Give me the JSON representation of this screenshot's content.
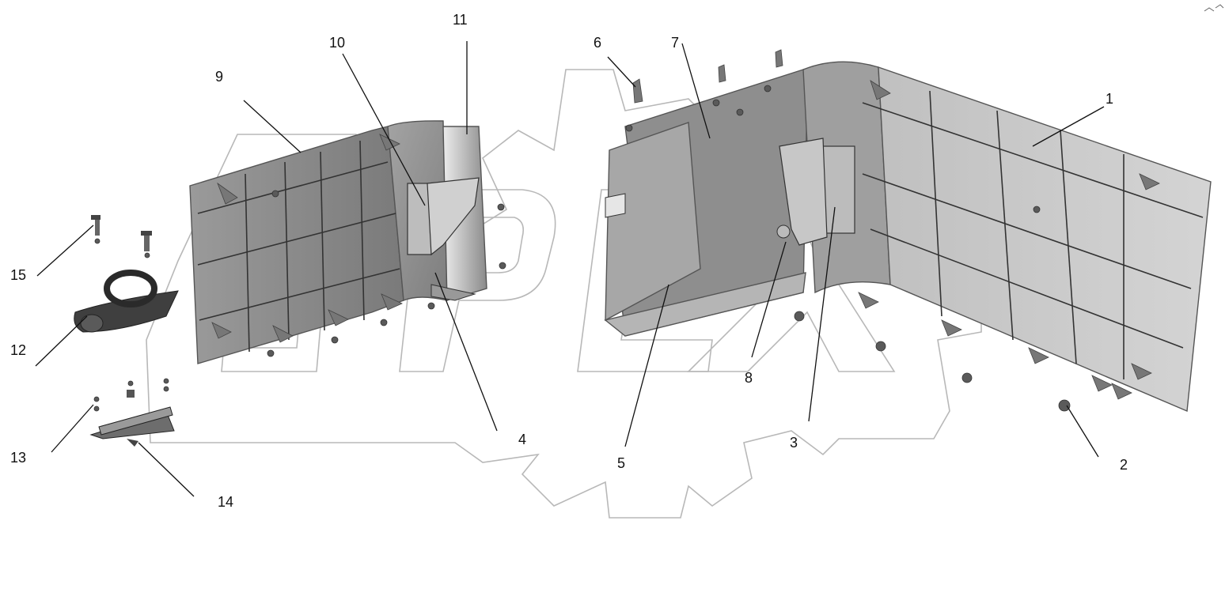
{
  "diagram": {
    "callouts": [
      {
        "id": "c1",
        "label": "1"
      },
      {
        "id": "c2",
        "label": "2"
      },
      {
        "id": "c3",
        "label": "3"
      },
      {
        "id": "c4",
        "label": "4"
      },
      {
        "id": "c5",
        "label": "5"
      },
      {
        "id": "c6",
        "label": "6"
      },
      {
        "id": "c7",
        "label": "7"
      },
      {
        "id": "c8",
        "label": "8"
      },
      {
        "id": "c9",
        "label": "9"
      },
      {
        "id": "c10",
        "label": "10"
      },
      {
        "id": "c11",
        "label": "11"
      },
      {
        "id": "c12",
        "label": "12"
      },
      {
        "id": "c13",
        "label": "13"
      },
      {
        "id": "c14",
        "label": "14"
      },
      {
        "id": "c15",
        "label": "15"
      }
    ],
    "watermark_text": "OPEX",
    "colors": {
      "line": "#111111",
      "panel_dark": "#8c8c8c",
      "panel_light": "#c9c9c9",
      "watermark": "#b8b8b8"
    }
  }
}
